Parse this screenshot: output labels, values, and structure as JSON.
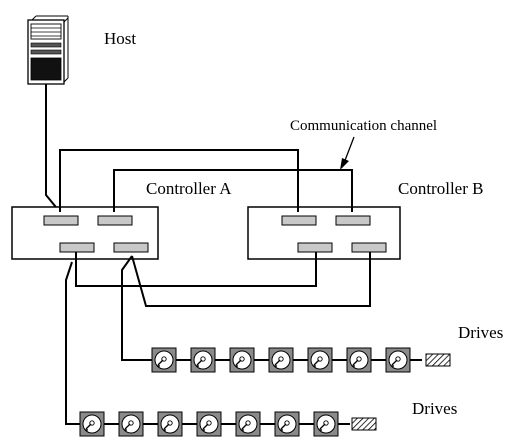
{
  "labels": {
    "host": "Host",
    "communication_channel": "Communication channel",
    "controller_a": "Controller A",
    "controller_b": "Controller B",
    "drives_upper": "Drives",
    "drives_lower": "Drives"
  },
  "drive_chains": [
    {
      "name": "upper",
      "drive_count": 7,
      "has_terminator": true
    },
    {
      "name": "lower",
      "drive_count": 7,
      "has_terminator": true
    }
  ],
  "icons": [
    "host-computer-icon",
    "hard-drive-icon",
    "terminator-icon"
  ],
  "colors": {
    "line": "#000000",
    "port": "#c8c8c8",
    "drive": "#8a8a8a",
    "background": "#ffffff"
  }
}
